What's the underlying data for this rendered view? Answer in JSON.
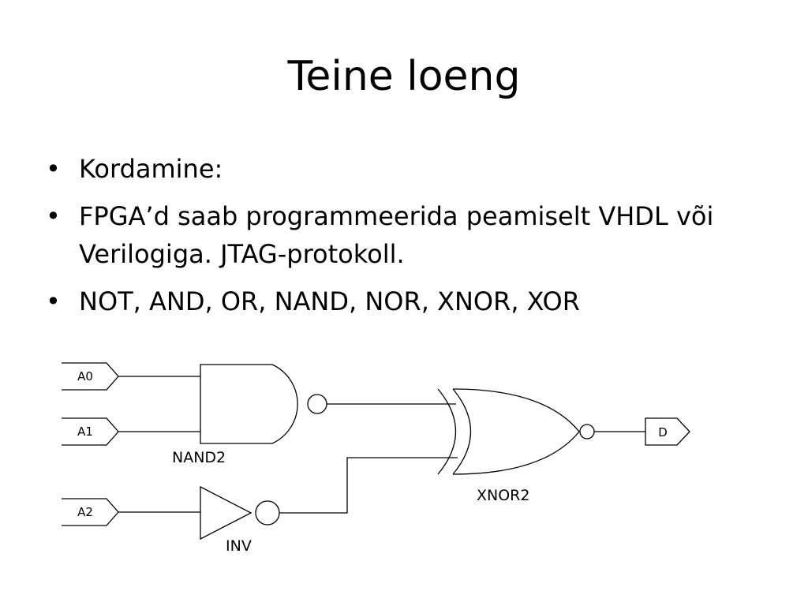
{
  "slide": {
    "title": "Teine loeng",
    "bullet_glyph": "•",
    "bullets": [
      "Kordamine:",
      "FPGA’d saab programmeerida peamiselt VHDL või Verilogiga. JTAG-protokoll.",
      "NOT, AND, OR, NAND, NOR, XNOR, XOR"
    ]
  },
  "circuit": {
    "inputs": {
      "a0": "A0",
      "a1": "A1",
      "a2": "A2"
    },
    "output": "D",
    "gates": {
      "nand": "NAND2",
      "xnor": "XNOR2",
      "inv": "INV"
    }
  }
}
